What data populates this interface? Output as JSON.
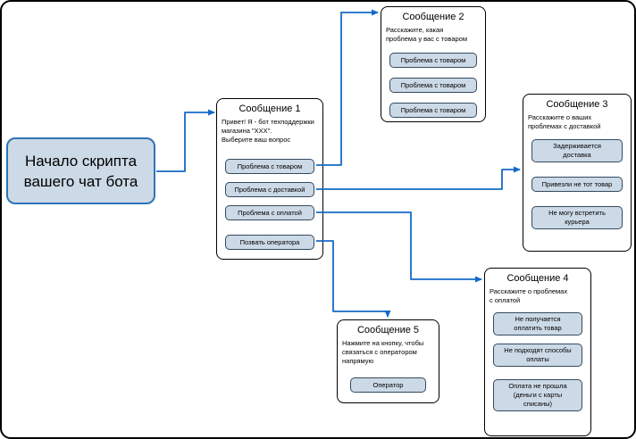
{
  "start": {
    "label": "Начало скрипта\nвашего чат бота"
  },
  "nodes": {
    "msg1": {
      "title": "Сообщение 1",
      "text": "Привет! Я - бот техподдержки\nмагазина \"XXX\".\nВыберите ваш вопрос",
      "buttons": [
        "Проблема с товаром",
        "Проблема с доставкой",
        "Проблема с оплатой",
        "Позвать оператора"
      ]
    },
    "msg2": {
      "title": "Сообщение 2",
      "text": "Расскажите, какая\nпроблема у вас с товаром",
      "buttons": [
        "Проблема с товаром",
        "Проблема с товаром",
        "Проблема с товаром"
      ]
    },
    "msg3": {
      "title": "Сообщение 3",
      "text": "Расскажите о ваших\nпроблемах с доставкой",
      "buttons": [
        "Задерживается\nдоставка",
        "Привезли не тот товар",
        "Не могу встретить\nкурьера"
      ]
    },
    "msg4": {
      "title": "Сообщение 4",
      "text": "Расскажите о проблемах\nс оплатой",
      "buttons": [
        "Не получается\nоплатить товар",
        "Не подходят способы\nоплаты",
        "Оплата не прошла\n(деньги с карты\nсписаны)"
      ]
    },
    "msg5": {
      "title": "Сообщение 5",
      "text": "Нажмите на кнопку, чтобы\nсвязаться с оператором\nнапрямую",
      "buttons": [
        "Оператор"
      ]
    }
  },
  "edges": [
    {
      "from": "start",
      "to": "msg1"
    },
    {
      "from": "msg1.buttons.0",
      "to": "msg2"
    },
    {
      "from": "msg1.buttons.1",
      "to": "msg3"
    },
    {
      "from": "msg1.buttons.2",
      "to": "msg4"
    },
    {
      "from": "msg1.buttons.3",
      "to": "msg5"
    }
  ],
  "colors": {
    "arrow": "#1569C7",
    "button_fill": "#CCD9E6",
    "button_border": "#344A5E",
    "card_border": "#000000",
    "start_fill": "#CCD9E6",
    "start_border": "#2E74B5"
  }
}
